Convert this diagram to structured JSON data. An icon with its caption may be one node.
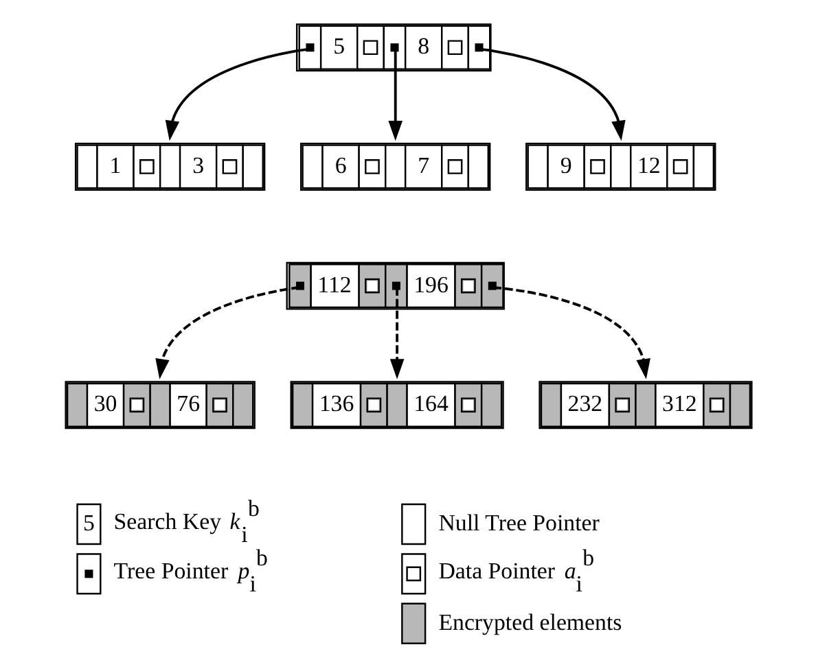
{
  "diagram": {
    "nodes": [
      {
        "text": [
          "5",
          "8"
        ]
      },
      {
        "text": [
          "1",
          "3"
        ]
      },
      {
        "text": [
          "6",
          "7"
        ]
      },
      {
        "text": [
          "9",
          "12"
        ]
      },
      {
        "text": [
          "112",
          "196"
        ]
      },
      {
        "text": [
          "30",
          "76"
        ]
      },
      {
        "text": [
          "136",
          "164"
        ]
      },
      {
        "text": [
          "232",
          "312"
        ]
      }
    ],
    "edges": [
      {
        "from": 0,
        "to": 1,
        "arrow": "to"
      },
      {
        "from": 0,
        "to": 2,
        "arrow": "to"
      },
      {
        "from": 0,
        "to": 3,
        "arrow": "to"
      },
      {
        "from": 4,
        "to": 5,
        "arrow": "to",
        "style": "dashed"
      },
      {
        "from": 4,
        "to": 6,
        "arrow": "to",
        "style": "dashed"
      },
      {
        "from": 4,
        "to": 7,
        "arrow": "to",
        "style": "dashed"
      }
    ],
    "labels": [
      "5"
    ],
    "legend": [
      {
        "text": "Search Key *k*$_{i}$$^{b}$"
      },
      {
        "text": "Null Tree Pointer"
      },
      {
        "text": "Tree Pointer *p*$_{i}$$^{b}$"
      },
      {
        "text": "Data Pointer *a*$_{i}$$^{b}$"
      },
      {
        "text": "Encrypted elements",
        "color": "#b8b8b8"
      }
    ]
  }
}
